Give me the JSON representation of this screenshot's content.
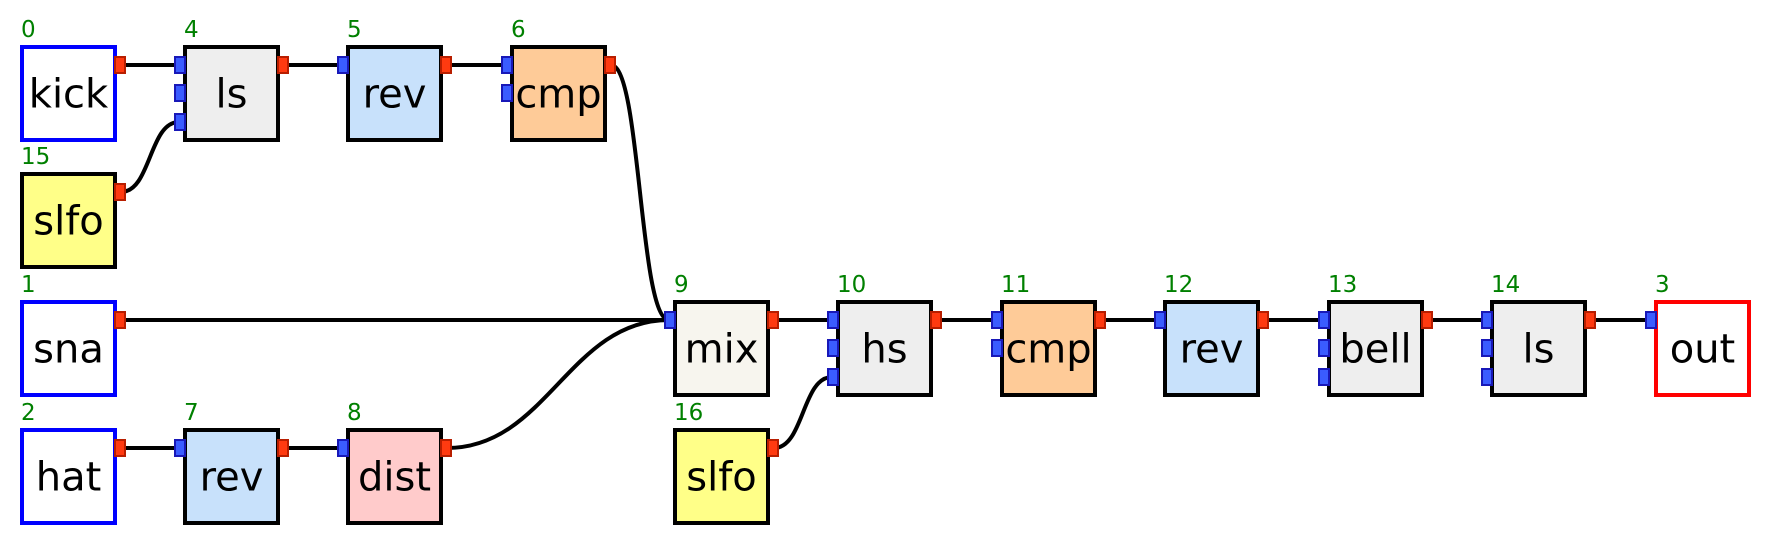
{
  "colors": {
    "io_input": "#0000ff",
    "io_output": "#ff0000",
    "ls": "#eeeeee",
    "hs": "#eeeeee",
    "bell": "#eeeeee",
    "rev": "#c8e1fb",
    "cmp": "#fecb98",
    "slfo": "#ffff88",
    "dist": "#ffcbcb",
    "mix": "#f7f5ee",
    "wire": "#000000",
    "id_text": "#008000"
  },
  "nodes": [
    {
      "id": "0",
      "label": "kick",
      "kind": "io_input"
    },
    {
      "id": "15",
      "label": "slfo",
      "kind": "slfo"
    },
    {
      "id": "1",
      "label": "sna",
      "kind": "io_input"
    },
    {
      "id": "2",
      "label": "hat",
      "kind": "io_input"
    },
    {
      "id": "4",
      "label": "ls",
      "kind": "ls"
    },
    {
      "id": "5",
      "label": "rev",
      "kind": "rev"
    },
    {
      "id": "6",
      "label": "cmp",
      "kind": "cmp"
    },
    {
      "id": "7",
      "label": "rev",
      "kind": "rev"
    },
    {
      "id": "8",
      "label": "dist",
      "kind": "dist"
    },
    {
      "id": "9",
      "label": "mix",
      "kind": "mix"
    },
    {
      "id": "16",
      "label": "slfo",
      "kind": "slfo"
    },
    {
      "id": "10",
      "label": "hs",
      "kind": "hs"
    },
    {
      "id": "11",
      "label": "cmp",
      "kind": "cmp"
    },
    {
      "id": "12",
      "label": "rev",
      "kind": "rev"
    },
    {
      "id": "13",
      "label": "bell",
      "kind": "bell"
    },
    {
      "id": "14",
      "label": "ls",
      "kind": "ls"
    },
    {
      "id": "3",
      "label": "out",
      "kind": "io_output"
    }
  ],
  "edges": [
    {
      "from": "0",
      "to": "4",
      "to_port": 0
    },
    {
      "from": "15",
      "to": "4",
      "to_port": 2
    },
    {
      "from": "4",
      "to": "5",
      "to_port": 0
    },
    {
      "from": "5",
      "to": "6",
      "to_port": 0
    },
    {
      "from": "6",
      "to": "9",
      "to_port": 0
    },
    {
      "from": "1",
      "to": "9",
      "to_port": 0
    },
    {
      "from": "2",
      "to": "7",
      "to_port": 0
    },
    {
      "from": "7",
      "to": "8",
      "to_port": 0
    },
    {
      "from": "8",
      "to": "9",
      "to_port": 0
    },
    {
      "from": "9",
      "to": "10",
      "to_port": 0
    },
    {
      "from": "16",
      "to": "10",
      "to_port": 2
    },
    {
      "from": "10",
      "to": "11",
      "to_port": 0
    },
    {
      "from": "11",
      "to": "12",
      "to_port": 0
    },
    {
      "from": "12",
      "to": "13",
      "to_port": 0
    },
    {
      "from": "13",
      "to": "14",
      "to_port": 0
    },
    {
      "from": "14",
      "to": "3",
      "to_port": 0
    }
  ]
}
